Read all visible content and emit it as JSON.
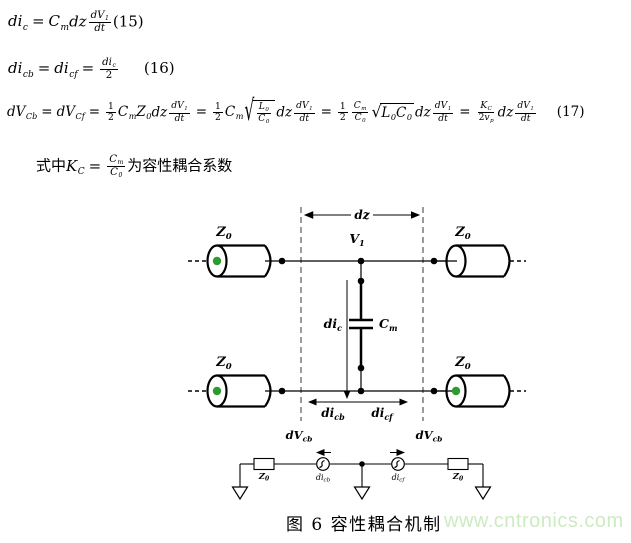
{
  "colors": {
    "green_dot": "#2e9b2e",
    "watermark_green": "#cdeac3",
    "dash_gray": "#909090",
    "ink": "#000000"
  },
  "equations": [
    {
      "id": "eq-15",
      "segments": [
        {
          "t": "v",
          "x": "di",
          "sub": "c"
        },
        {
          "t": "o",
          "x": "="
        },
        {
          "t": "v",
          "x": "C",
          "sub": "m"
        },
        {
          "t": "v",
          "x": "dz"
        },
        {
          "t": "f",
          "n": [
            {
              "t": "v",
              "x": "dV",
              "sub": "1"
            }
          ],
          "d": [
            {
              "t": "v",
              "x": "dt"
            }
          ]
        },
        {
          "t": "u",
          "x": "(15)"
        }
      ]
    },
    {
      "id": "eq-16",
      "segments": [
        {
          "t": "v",
          "x": "di",
          "sub": "cb"
        },
        {
          "t": "o",
          "x": "="
        },
        {
          "t": "v",
          "x": "di",
          "sub": "cf"
        },
        {
          "t": "o",
          "x": "="
        },
        {
          "t": "f",
          "n": [
            {
              "t": "v",
              "x": "di",
              "sub": "c"
            }
          ],
          "d": [
            {
              "t": "u",
              "x": "2"
            }
          ]
        },
        {
          "t": "u",
          "x": "(16)",
          "gap": 1.6
        }
      ]
    },
    {
      "id": "eq-17",
      "segments": [
        {
          "t": "v",
          "x": "dV",
          "sub": "Cb"
        },
        {
          "t": "o",
          "x": "="
        },
        {
          "t": "v",
          "x": "dV",
          "sub": "Cf"
        },
        {
          "t": "o",
          "x": "="
        },
        {
          "t": "f",
          "n": [
            {
              "t": "u",
              "x": "1"
            }
          ],
          "d": [
            {
              "t": "u",
              "x": "2"
            }
          ]
        },
        {
          "t": "v",
          "x": "C",
          "sub": "m"
        },
        {
          "t": "v",
          "x": "Z",
          "sub": "0"
        },
        {
          "t": "v",
          "x": "dz"
        },
        {
          "t": "f",
          "n": [
            {
              "t": "v",
              "x": "dV",
              "sub": "1"
            }
          ],
          "d": [
            {
              "t": "v",
              "x": "dt"
            }
          ]
        },
        {
          "t": "o",
          "x": "="
        },
        {
          "t": "f",
          "n": [
            {
              "t": "u",
              "x": "1"
            }
          ],
          "d": [
            {
              "t": "u",
              "x": "2"
            }
          ]
        },
        {
          "t": "v",
          "x": "C",
          "sub": "m"
        },
        {
          "t": "r",
          "c": [
            {
              "t": "f",
              "n": [
                {
                  "t": "v",
                  "x": "L",
                  "sub": "0"
                }
              ],
              "d": [
                {
                  "t": "v",
                  "x": "C",
                  "sub": "0"
                }
              ]
            }
          ]
        },
        {
          "t": "v",
          "x": "dz"
        },
        {
          "t": "f",
          "n": [
            {
              "t": "v",
              "x": "dV",
              "sub": "1"
            }
          ],
          "d": [
            {
              "t": "v",
              "x": "dt"
            }
          ]
        },
        {
          "t": "o",
          "x": "="
        },
        {
          "t": "f",
          "n": [
            {
              "t": "u",
              "x": "1"
            }
          ],
          "d": [
            {
              "t": "u",
              "x": "2"
            }
          ]
        },
        {
          "t": "f",
          "n": [
            {
              "t": "v",
              "x": "C",
              "sub": "m"
            }
          ],
          "d": [
            {
              "t": "v",
              "x": "C",
              "sub": "0"
            }
          ]
        },
        {
          "t": "r",
          "c": [
            {
              "t": "v",
              "x": "L",
              "sub": "0"
            },
            {
              "t": "v",
              "x": "C",
              "sub": "0"
            }
          ]
        },
        {
          "t": "v",
          "x": "dz"
        },
        {
          "t": "f",
          "n": [
            {
              "t": "v",
              "x": "dV",
              "sub": "1"
            }
          ],
          "d": [
            {
              "t": "v",
              "x": "dt"
            }
          ]
        },
        {
          "t": "o",
          "x": "="
        },
        {
          "t": "f",
          "n": [
            {
              "t": "v",
              "x": "K",
              "sub": "C"
            }
          ],
          "d": [
            {
              "t": "u",
              "x": "2"
            },
            {
              "t": "v",
              "x": "v",
              "sub": "p"
            }
          ]
        },
        {
          "t": "v",
          "x": "dz"
        },
        {
          "t": "f",
          "n": [
            {
              "t": "v",
              "x": "dV",
              "sub": "1"
            }
          ],
          "d": [
            {
              "t": "v",
              "x": "dt"
            }
          ]
        },
        {
          "t": "u",
          "x": "(17)",
          "gap": 1.4
        }
      ]
    },
    {
      "id": "eq-note",
      "segments": [
        {
          "t": "u",
          "x": "式中"
        },
        {
          "t": "v",
          "x": "K",
          "sub": "C"
        },
        {
          "t": "o",
          "x": "="
        },
        {
          "t": "f",
          "n": [
            {
              "t": "v",
              "x": "C",
              "sub": "m"
            }
          ],
          "d": [
            {
              "t": "v",
              "x": "C",
              "sub": "0"
            }
          ]
        },
        {
          "t": "u",
          "x": "为容性耦合系数"
        }
      ]
    }
  ],
  "diagram": {
    "dz_label": "dz",
    "v1": {
      "main": "V",
      "sub": "1"
    },
    "z0": {
      "main": "Z",
      "sub": "0"
    },
    "cm": {
      "main": "C",
      "sub": "m"
    },
    "dic": {
      "main": "di",
      "sub": "c"
    },
    "dicb": {
      "main": "di",
      "sub": "cb"
    },
    "dicf": {
      "main": "di",
      "sub": "cf"
    },
    "dvcb": {
      "main": "dV",
      "sub": "cb"
    }
  },
  "caption": "图 6 容性耦合机制",
  "watermark": "www.cntronics.com"
}
